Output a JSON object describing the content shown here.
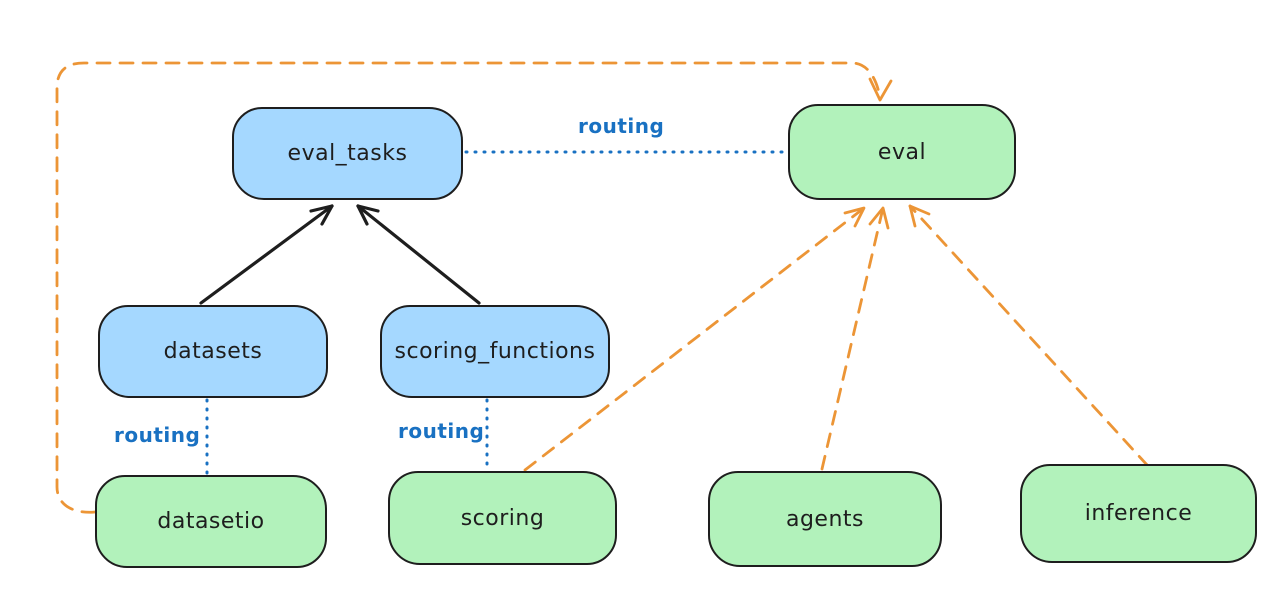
{
  "colors": {
    "canvas_bg": "#ffffff",
    "node_stroke": "#1e1e1e",
    "blue_fill": "#a5d8ff",
    "green_fill": "#b2f2bb",
    "routing_blue": "#1971c2",
    "provider_orange": "#ec9536"
  },
  "nodes": [
    {
      "id": "eval_tasks",
      "label": "eval_tasks",
      "fill": "blue"
    },
    {
      "id": "eval",
      "label": "eval",
      "fill": "green"
    },
    {
      "id": "datasets",
      "label": "datasets",
      "fill": "blue"
    },
    {
      "id": "scoring_functions",
      "label": "scoring_functions",
      "fill": "blue"
    },
    {
      "id": "datasetio",
      "label": "datasetio",
      "fill": "green"
    },
    {
      "id": "scoring",
      "label": "scoring",
      "fill": "green"
    },
    {
      "id": "agents",
      "label": "agents",
      "fill": "green"
    },
    {
      "id": "inference",
      "label": "inference",
      "fill": "green"
    }
  ],
  "edge_labels": [
    {
      "text": "routing"
    },
    {
      "text": "routing"
    },
    {
      "text": "routing"
    }
  ],
  "edges": [
    {
      "from": "datasets",
      "to": "eval_tasks",
      "style": "solid-black-arrow"
    },
    {
      "from": "scoring_functions",
      "to": "eval_tasks",
      "style": "solid-black-arrow"
    },
    {
      "from": "eval_tasks",
      "to": "eval",
      "style": "dotted-blue",
      "label": "routing"
    },
    {
      "from": "datasets",
      "to": "datasetio",
      "style": "dotted-blue",
      "label": "routing"
    },
    {
      "from": "scoring_functions",
      "to": "scoring",
      "style": "dotted-blue",
      "label": "routing"
    },
    {
      "from": "datasetio",
      "to": "eval",
      "style": "dashed-orange-arrow"
    },
    {
      "from": "scoring",
      "to": "eval",
      "style": "dashed-orange-arrow"
    },
    {
      "from": "agents",
      "to": "eval",
      "style": "dashed-orange-arrow"
    },
    {
      "from": "inference",
      "to": "eval",
      "style": "dashed-orange-arrow"
    }
  ]
}
